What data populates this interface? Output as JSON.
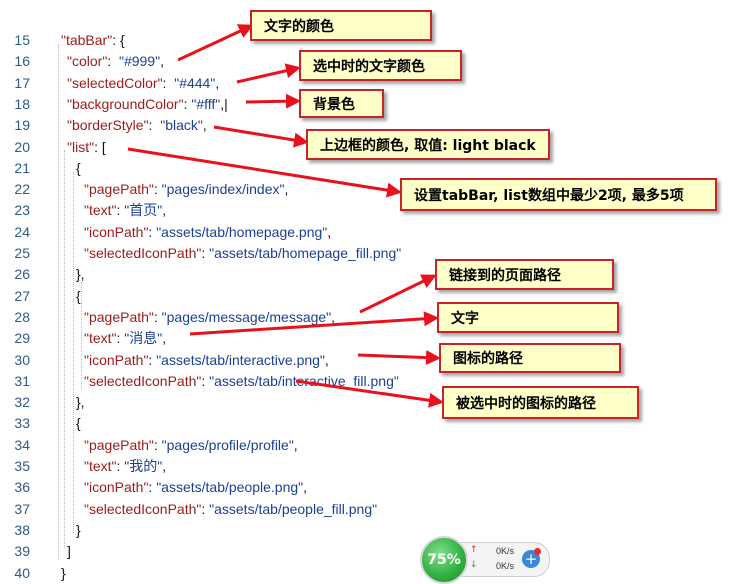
{
  "code_lines": [
    {
      "num": "15",
      "indent": 0,
      "tokens": [
        {
          "t": "\"tabBar\"",
          "c": "k"
        },
        {
          "t": ": {",
          "c": "p"
        }
      ]
    },
    {
      "num": "16",
      "indent": 1,
      "tokens": [
        {
          "t": "\"color\"",
          "c": "k"
        },
        {
          "t": ":  ",
          "c": "p"
        },
        {
          "t": "\"#999\"",
          "c": "s"
        },
        {
          "t": ",",
          "c": "p"
        }
      ]
    },
    {
      "num": "17",
      "indent": 1,
      "tokens": [
        {
          "t": "\"selectedColor\"",
          "c": "k"
        },
        {
          "t": ":  ",
          "c": "p"
        },
        {
          "t": "\"#444\"",
          "c": "s"
        },
        {
          "t": ",",
          "c": "p"
        }
      ]
    },
    {
      "num": "18",
      "indent": 1,
      "tokens": [
        {
          "t": "\"backgroundColor\"",
          "c": "k"
        },
        {
          "t": ": ",
          "c": "p"
        },
        {
          "t": "\"#fff\"",
          "c": "s"
        },
        {
          "t": ",|",
          "c": "p"
        }
      ]
    },
    {
      "num": "19",
      "indent": 1,
      "tokens": [
        {
          "t": "\"borderStyle\"",
          "c": "k"
        },
        {
          "t": ":  ",
          "c": "p"
        },
        {
          "t": "\"black\"",
          "c": "s"
        },
        {
          "t": ",",
          "c": "p"
        }
      ]
    },
    {
      "num": "20",
      "indent": 1,
      "tokens": [
        {
          "t": "\"list\"",
          "c": "k"
        },
        {
          "t": ": [",
          "c": "p"
        }
      ]
    },
    {
      "num": "21",
      "indent": 2,
      "tokens": [
        {
          "t": "{",
          "c": "p"
        }
      ]
    },
    {
      "num": "22",
      "indent": 3,
      "tokens": [
        {
          "t": "\"pagePath\"",
          "c": "k"
        },
        {
          "t": ": ",
          "c": "p"
        },
        {
          "t": "\"pages/index/index\"",
          "c": "s"
        },
        {
          "t": ",",
          "c": "p"
        }
      ]
    },
    {
      "num": "23",
      "indent": 3,
      "tokens": [
        {
          "t": "\"text\"",
          "c": "k"
        },
        {
          "t": ": ",
          "c": "p"
        },
        {
          "t": "\"首页\"",
          "c": "s"
        },
        {
          "t": ",",
          "c": "p"
        }
      ]
    },
    {
      "num": "24",
      "indent": 3,
      "tokens": [
        {
          "t": "\"iconPath\"",
          "c": "k"
        },
        {
          "t": ": ",
          "c": "p"
        },
        {
          "t": "\"assets/tab/homepage.png\"",
          "c": "s"
        },
        {
          "t": ",",
          "c": "p"
        }
      ]
    },
    {
      "num": "25",
      "indent": 3,
      "tokens": [
        {
          "t": "\"selectedIconPath\"",
          "c": "k"
        },
        {
          "t": ": ",
          "c": "p"
        },
        {
          "t": "\"assets/tab/homepage_fill.png\"",
          "c": "s"
        }
      ]
    },
    {
      "num": "26",
      "indent": 2,
      "tokens": [
        {
          "t": "},",
          "c": "p"
        }
      ]
    },
    {
      "num": "27",
      "indent": 2,
      "tokens": [
        {
          "t": "{",
          "c": "p"
        }
      ]
    },
    {
      "num": "28",
      "indent": 3,
      "tokens": [
        {
          "t": "\"pagePath\"",
          "c": "k"
        },
        {
          "t": ": ",
          "c": "p"
        },
        {
          "t": "\"pages/message/message\"",
          "c": "s"
        },
        {
          "t": ",",
          "c": "p"
        }
      ]
    },
    {
      "num": "29",
      "indent": 3,
      "tokens": [
        {
          "t": "\"text\"",
          "c": "k"
        },
        {
          "t": ": ",
          "c": "p"
        },
        {
          "t": "\"消息\"",
          "c": "s"
        },
        {
          "t": ",",
          "c": "p"
        }
      ]
    },
    {
      "num": "30",
      "indent": 3,
      "tokens": [
        {
          "t": "\"iconPath\"",
          "c": "k"
        },
        {
          "t": ": ",
          "c": "p"
        },
        {
          "t": "\"assets/tab/interactive.png\"",
          "c": "s"
        },
        {
          "t": ",",
          "c": "p"
        }
      ]
    },
    {
      "num": "31",
      "indent": 3,
      "tokens": [
        {
          "t": "\"selectedIconPath\"",
          "c": "k"
        },
        {
          "t": ": ",
          "c": "p"
        },
        {
          "t": "\"assets/tab/interactive_fill.png\"",
          "c": "s"
        }
      ]
    },
    {
      "num": "32",
      "indent": 2,
      "tokens": [
        {
          "t": "},",
          "c": "p"
        }
      ]
    },
    {
      "num": "33",
      "indent": 2,
      "tokens": [
        {
          "t": "{",
          "c": "p"
        }
      ]
    },
    {
      "num": "34",
      "indent": 3,
      "tokens": [
        {
          "t": "\"pagePath\"",
          "c": "k"
        },
        {
          "t": ": ",
          "c": "p"
        },
        {
          "t": "\"pages/profile/profile\"",
          "c": "s"
        },
        {
          "t": ",",
          "c": "p"
        }
      ]
    },
    {
      "num": "35",
      "indent": 3,
      "tokens": [
        {
          "t": "\"text\"",
          "c": "k"
        },
        {
          "t": ": ",
          "c": "p"
        },
        {
          "t": "\"我的\"",
          "c": "s"
        },
        {
          "t": ",",
          "c": "p"
        }
      ]
    },
    {
      "num": "36",
      "indent": 3,
      "tokens": [
        {
          "t": "\"iconPath\"",
          "c": "k"
        },
        {
          "t": ": ",
          "c": "p"
        },
        {
          "t": "\"assets/tab/people.png\"",
          "c": "s"
        },
        {
          "t": ",",
          "c": "p"
        }
      ]
    },
    {
      "num": "37",
      "indent": 3,
      "tokens": [
        {
          "t": "\"selectedIconPath\"",
          "c": "k"
        },
        {
          "t": ": ",
          "c": "p"
        },
        {
          "t": "\"assets/tab/people_fill.png\"",
          "c": "s"
        }
      ]
    },
    {
      "num": "38",
      "indent": 2,
      "tokens": [
        {
          "t": "}",
          "c": "p"
        }
      ]
    },
    {
      "num": "39",
      "indent": 1,
      "tokens": [
        {
          "t": "]",
          "c": "p"
        }
      ]
    },
    {
      "num": "40",
      "indent": 0,
      "tokens": [
        {
          "t": "}",
          "c": "p"
        }
      ]
    }
  ],
  "callouts": {
    "color": "文字的颜色",
    "selected_color": "选中时的文字颜色",
    "background_color": "背景色",
    "border_style": "上边框的颜色, 取值: light  black",
    "list": "设置tabBar, list数组中最少2项, 最多5项",
    "page_path": "链接到的页面路径",
    "text": "文字",
    "icon_path": "图标的路径",
    "selected_icon_path": "被选中时的图标的路径"
  },
  "speed_widget": {
    "cpu_percent": "75%",
    "upload_speed": "0K/s",
    "download_speed": "0K/s",
    "plus_symbol": "+"
  },
  "colors": {
    "line_number": "#2f5a8a",
    "json_key": "#9c1b1b",
    "json_string": "#1c3f95",
    "callout_bg": "#ffffc8",
    "callout_border": "#c8232c",
    "arrow": "#e8121c"
  }
}
